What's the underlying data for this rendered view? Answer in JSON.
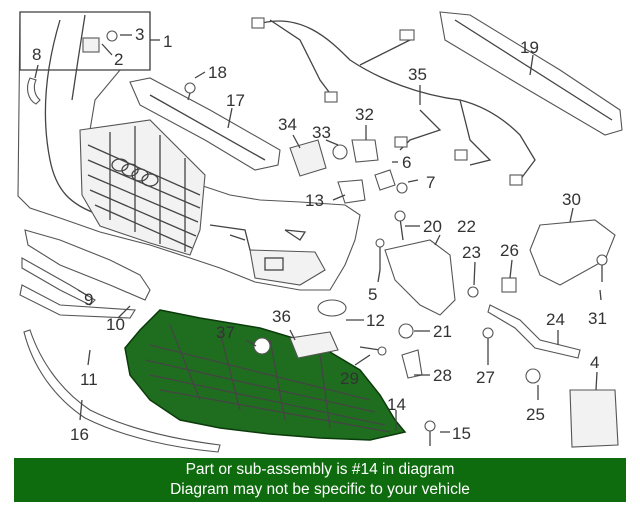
{
  "diagram": {
    "highlight_color": "#1f6e1f",
    "footer_color": "#0e6b0e",
    "labels": {
      "p1": "1",
      "p2": "2",
      "p3": "3",
      "p4": "4",
      "p5": "5",
      "p6": "6",
      "p7": "7",
      "p8": "8",
      "p9": "9",
      "p10": "10",
      "p11": "11",
      "p12": "12",
      "p13": "13",
      "p14": "14",
      "p15": "15",
      "p16": "16",
      "p17": "17",
      "p18": "18",
      "p19": "19",
      "p20": "20",
      "p21": "21",
      "p22": "22",
      "p23": "23",
      "p24": "24",
      "p25": "25",
      "p26": "26",
      "p27": "27",
      "p28": "28",
      "p29": "29",
      "p30": "30",
      "p31": "31",
      "p32": "32",
      "p33": "33",
      "p34": "34",
      "p35": "35",
      "p36": "36",
      "p37": "37"
    }
  },
  "footer": {
    "line1": "Part or sub-assembly is #14 in diagram",
    "line2": "Diagram may not be specific to your vehicle"
  }
}
